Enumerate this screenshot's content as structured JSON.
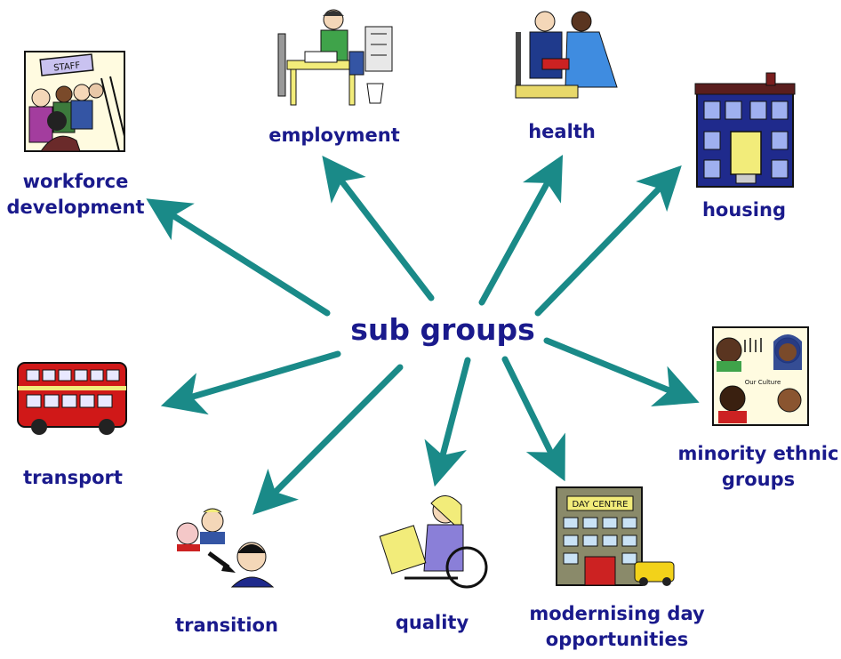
{
  "center": {
    "label": "sub groups"
  },
  "arrow_color": "#1a8a88",
  "text_color": "#1a1a8c",
  "groups": [
    {
      "id": "workforce",
      "label": "workforce development",
      "label_lines": [
        "workforce",
        "development"
      ],
      "icon": "workforce-icon"
    },
    {
      "id": "employment",
      "label": "employment",
      "label_lines": [
        "employment"
      ],
      "icon": "office-desk-icon"
    },
    {
      "id": "health",
      "label": "health",
      "label_lines": [
        "health"
      ],
      "icon": "doctor-patient-icon"
    },
    {
      "id": "housing",
      "label": "housing",
      "label_lines": [
        "housing"
      ],
      "icon": "house-icon"
    },
    {
      "id": "minority",
      "label": "minority ethnic groups",
      "label_lines": [
        "minority ethnic",
        "groups"
      ],
      "icon": "diverse-faces-icon"
    },
    {
      "id": "day",
      "label": "modernising day opportunities",
      "label_lines": [
        "modernising day",
        "opportunities"
      ],
      "icon": "day-centre-icon"
    },
    {
      "id": "quality",
      "label": "quality",
      "label_lines": [
        "quality"
      ],
      "icon": "wheelchair-user-icon"
    },
    {
      "id": "transition",
      "label": "transition",
      "label_lines": [
        "transition"
      ],
      "icon": "children-to-adult-icon"
    },
    {
      "id": "transport",
      "label": "transport",
      "label_lines": [
        "transport"
      ],
      "icon": "bus-icon"
    }
  ],
  "pictures": {
    "workforce_sign": "STAFF",
    "day_centre_sign": "DAY CENTRE",
    "minority_caption": "Our Culture"
  }
}
